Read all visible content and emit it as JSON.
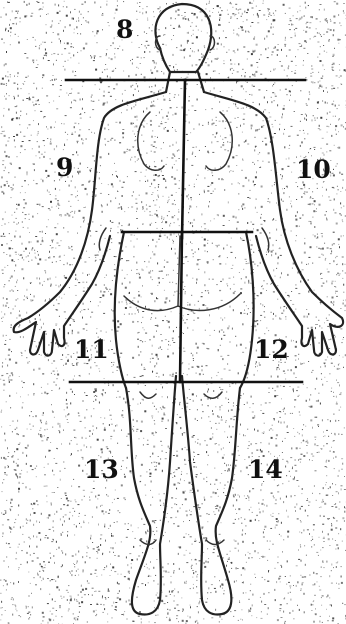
{
  "figure": {
    "colors": {
      "paper": "#ffffff",
      "speckle": "#2b2b2b",
      "ink": "#111111"
    },
    "labels": {
      "head": "8",
      "upper_left": "9",
      "upper_right": "10",
      "hand_left": "11",
      "hand_right": "12",
      "leg_left": "13",
      "leg_right": "14"
    }
  }
}
